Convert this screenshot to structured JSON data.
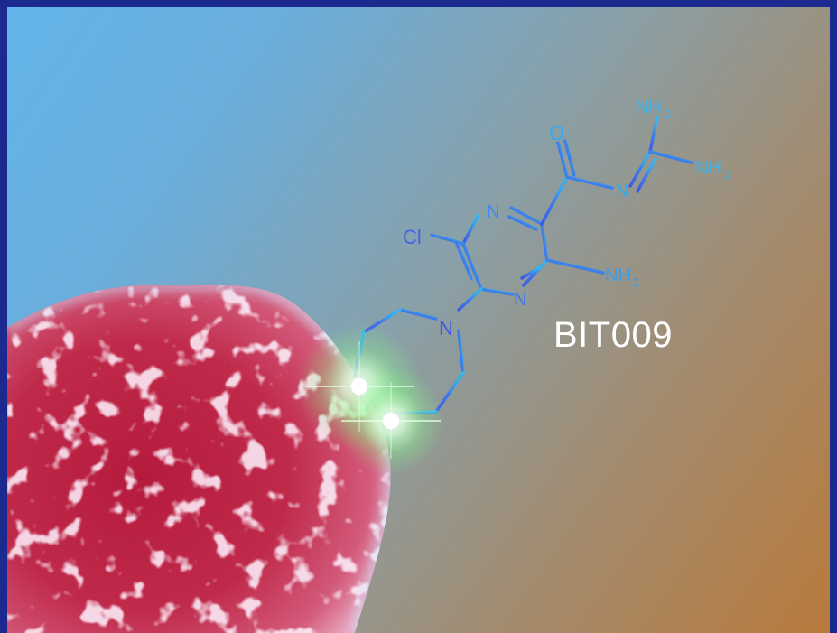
{
  "label": "BIT009",
  "molecule": {
    "atoms": {
      "chlorine": "Cl",
      "ring_nitrogen": "N",
      "carbonyl_oxygen": "O",
      "amine": "NH",
      "subscript": "2"
    }
  },
  "colors": {
    "frame": "#1c2a90",
    "molecule_light": "#3aa8ec",
    "molecule_dark": "#3f62e6",
    "label": "#ffffff",
    "cell": "#b0203c",
    "glow": "#9cff9c"
  }
}
